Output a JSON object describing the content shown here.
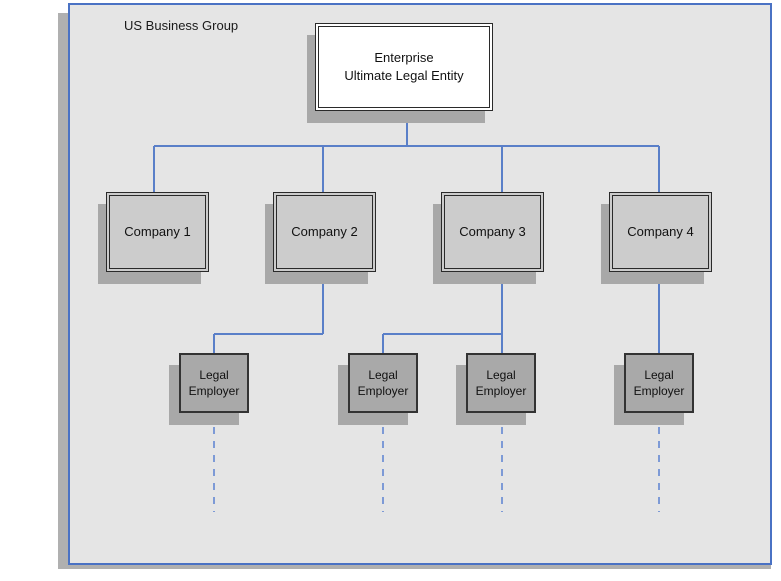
{
  "diagram": {
    "title": "US Business Group",
    "accent_color": "#4a72c4",
    "canvas_bg": "#e5e5e5",
    "node_fill": "#cccccc",
    "root_fill": "#ffffff",
    "employer_fill": "#a9a9a9",
    "shadow_color": "#a8a8a8"
  },
  "nodes": {
    "enterprise": {
      "line1": "Enterprise",
      "line2": "Ultimate Legal Entity"
    },
    "companies": [
      {
        "label": "Company 1"
      },
      {
        "label": "Company 2"
      },
      {
        "label": "Company 3"
      },
      {
        "label": "Company 4"
      }
    ],
    "employers": [
      {
        "line1": "Legal",
        "line2": "Employer"
      },
      {
        "line1": "Legal",
        "line2": "Employer"
      },
      {
        "line1": "Legal",
        "line2": "Employer"
      },
      {
        "line1": "Legal",
        "line2": "Employer"
      }
    ]
  }
}
